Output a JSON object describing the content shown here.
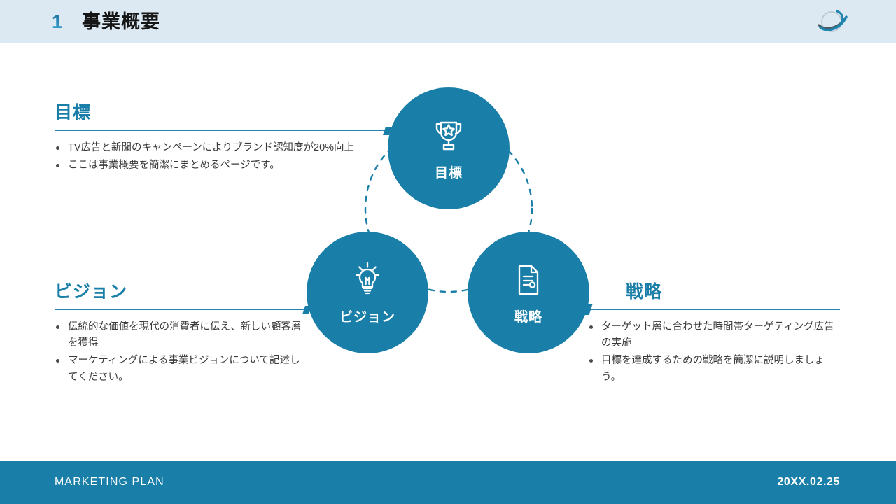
{
  "header": {
    "number": "1",
    "title": "事業概要",
    "logo_icon": "globe-swoosh-logo"
  },
  "sections": {
    "goal": {
      "heading": "目標",
      "bullets": [
        "TV広告と新聞のキャンペーンによりブランド認知度が20%向上",
        "ここは事業概要を簡潔にまとめるページです。"
      ]
    },
    "vision": {
      "heading": "ビジョン",
      "bullets": [
        "伝統的な価値を現代の消費者に伝え、新しい顧客層を獲得",
        "マーケティングによる事業ビジョンについて記述してください。"
      ]
    },
    "strategy": {
      "heading": "戦略",
      "bullets": [
        "ターゲット層に合わせた時間帯ターゲティング広告の実施",
        "目標を達成するための戦略を簡潔に説明しましょう。"
      ]
    }
  },
  "diagram": {
    "nodes": [
      {
        "id": "goal",
        "label": "目標",
        "icon": "trophy-icon"
      },
      {
        "id": "vision",
        "label": "ビジョン",
        "icon": "lightbulb-icon"
      },
      {
        "id": "strategy",
        "label": "戦略",
        "icon": "document-icon"
      }
    ],
    "connector_style": "dashed-arc"
  },
  "footer": {
    "left": "MARKETING PLAN",
    "right": "20XX.02.25"
  },
  "colors": {
    "accent": "#1a7fa8",
    "header_bg": "#dce9f2",
    "heading": "#1a7fa8",
    "body_text": "#3a3a3a",
    "footer_bg": "#1a7fa8"
  }
}
